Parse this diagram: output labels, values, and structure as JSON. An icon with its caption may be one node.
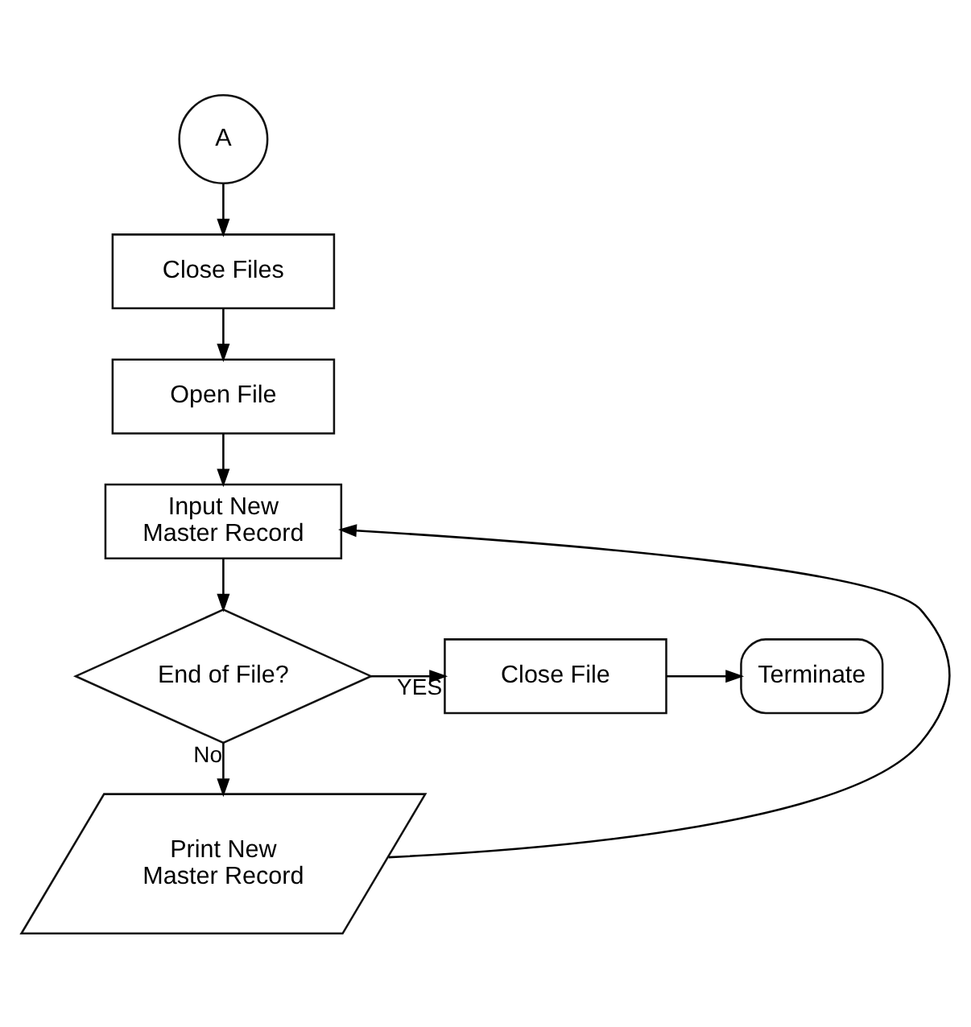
{
  "diagram": {
    "nodes": [
      {
        "text": [
          "A"
        ]
      },
      {
        "text": [
          "Close Files"
        ]
      },
      {
        "text": [
          "Open File"
        ]
      },
      {
        "text": [
          "Input New Master Record"
        ]
      },
      {
        "text": [
          "End of File?"
        ]
      },
      {
        "text": [
          "Close File"
        ]
      },
      {
        "text": [
          "Terminate"
        ]
      },
      {
        "text": [
          "Print New Master Record"
        ]
      }
    ],
    "edges": [
      {
        "from": 0,
        "to": 1,
        "arrow": "to"
      },
      {
        "from": 1,
        "to": 2,
        "arrow": "to"
      },
      {
        "from": 2,
        "to": 3,
        "arrow": "to"
      },
      {
        "from": 3,
        "to": 4,
        "arrow": "to"
      },
      {
        "from": 4,
        "to": 5,
        "arrow": "to",
        "label": "YES"
      },
      {
        "from": 5,
        "to": 6,
        "arrow": "to"
      },
      {
        "from": 4,
        "to": 7,
        "arrow": "to",
        "label": "No"
      },
      {
        "from": 7,
        "to": 3,
        "arrow": "to"
      }
    ]
  }
}
